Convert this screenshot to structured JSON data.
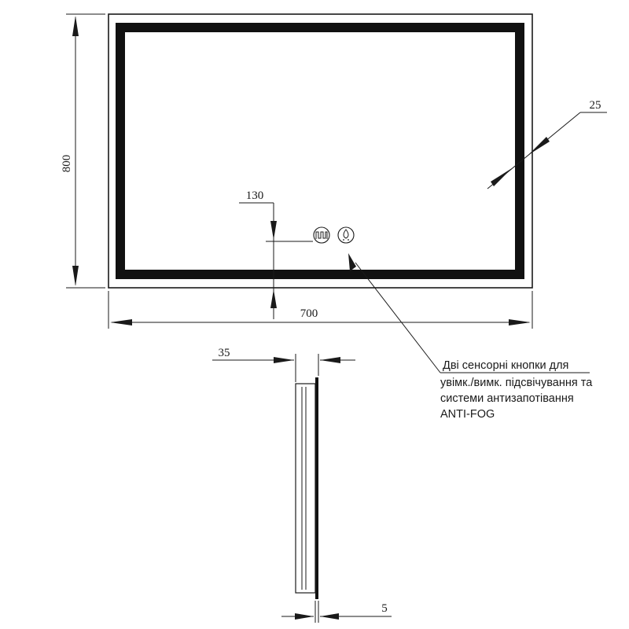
{
  "drawing": {
    "dimensions": {
      "height": "800",
      "width": "700",
      "frame_width": "25",
      "button_offset": "130",
      "depth": "35",
      "glass_thickness": "5"
    },
    "note": {
      "lines": [
        "Дві сенсорні кнопки для",
        "увімк./вимк. підсвічування та",
        "системи антизапотівання",
        "ANTI-FOG"
      ]
    },
    "icons": {
      "heater": "defogger-heater-icon",
      "light": "light-touch-icon"
    }
  }
}
